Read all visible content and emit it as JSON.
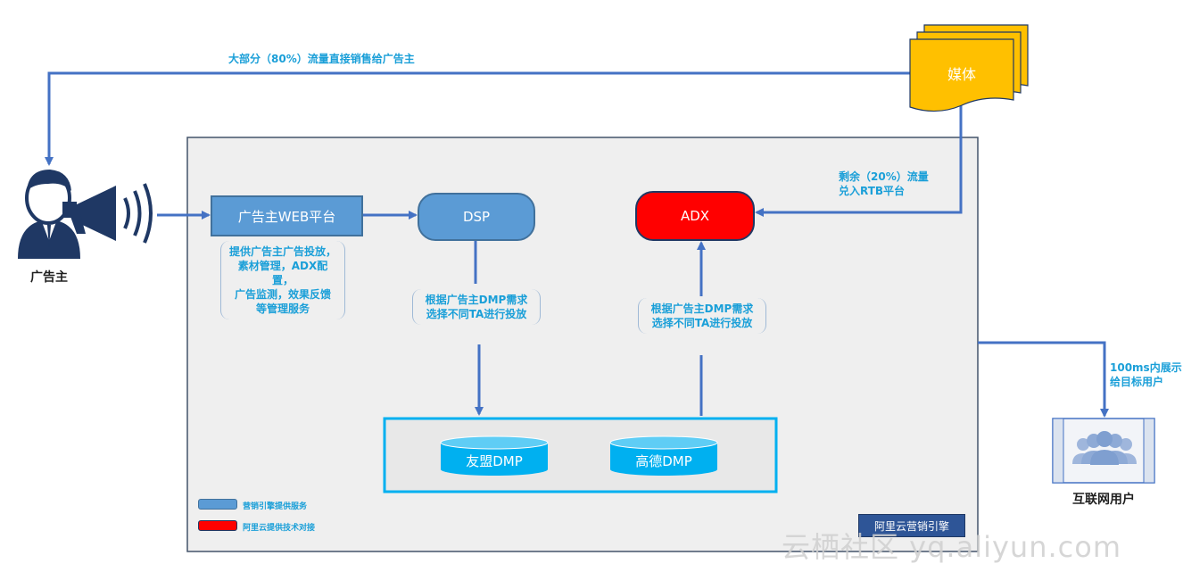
{
  "title_flow": "大部分（80%）流量直接销售给广告主",
  "media": {
    "label": "媒体"
  },
  "advertiser": {
    "label": "广告主"
  },
  "web_platform": {
    "label": "广告主WEB平台",
    "note": [
      "提供广告主广告投放，",
      "素材管理，ADX配置，",
      "广告监测，效果反馈",
      "等管理服务"
    ]
  },
  "dsp": {
    "label": "DSP",
    "note": [
      "根据广告主DMP需求",
      "选择不同TA进行投放"
    ]
  },
  "adx": {
    "label": "ADX",
    "note": [
      "根据广告主DMP需求",
      "选择不同TA进行投放"
    ]
  },
  "remaining_flow": [
    "剩余（20%）流量",
    "兑入RTB平台"
  ],
  "dmp": {
    "youmeng": "友盟DMP",
    "gaode": "高德DMP"
  },
  "display": [
    "100ms内展示",
    "给目标用户"
  ],
  "internet_users": {
    "label": "互联网用户"
  },
  "legend": {
    "blue": "营销引擎提供服务",
    "red": "阿里云提供技术对接"
  },
  "engine_badge": "阿里云营销引擎",
  "watermark": "云栖社区 yq.aliyun.com",
  "colors": {
    "accent_blue": "#4472c4",
    "node_blue": "#5b9bd5",
    "adx_red": "#ff0000",
    "dmp_cyan": "#00b0f0",
    "text_cyan": "#1a9fd8"
  }
}
